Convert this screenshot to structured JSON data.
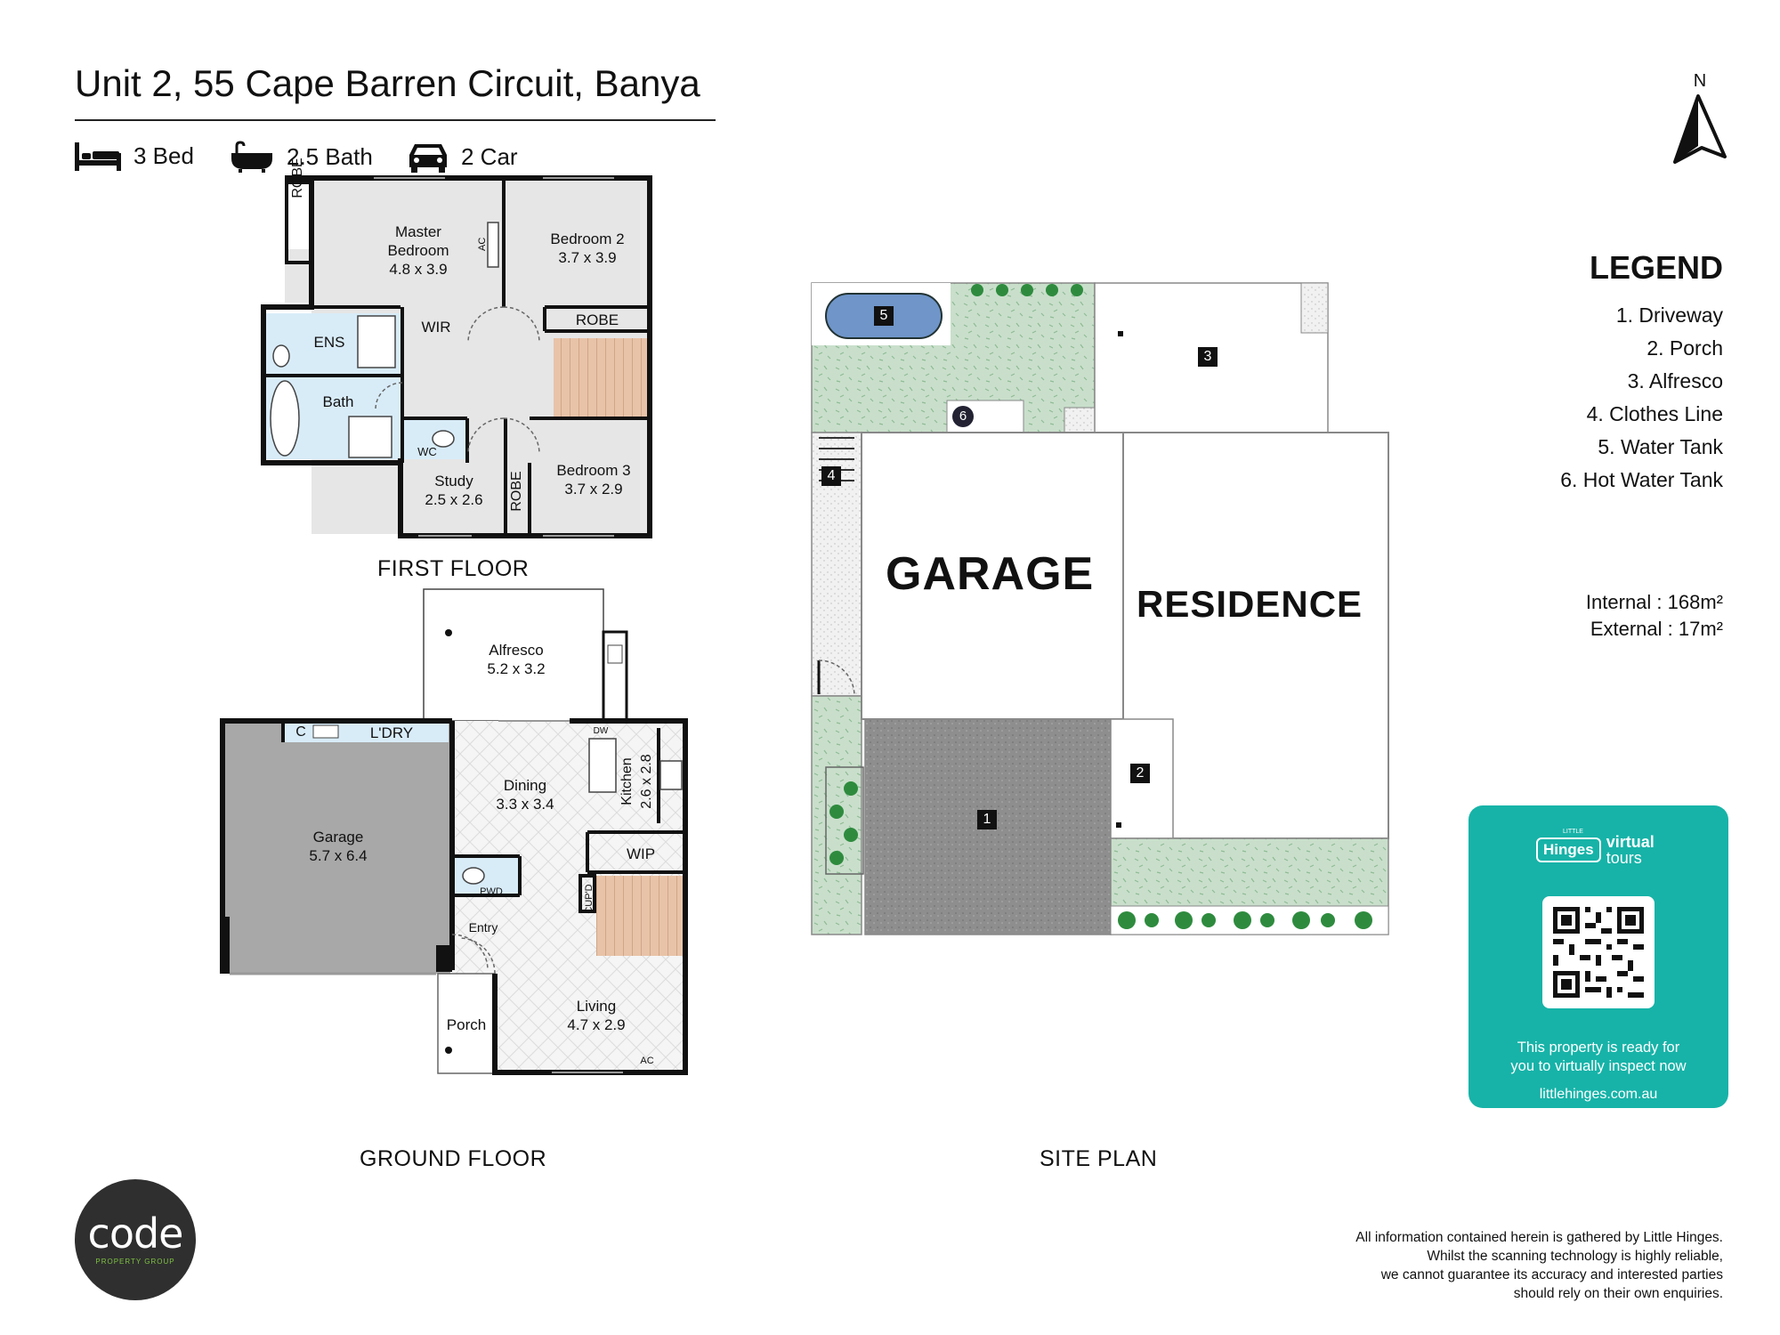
{
  "header": {
    "title": "Unit 2, 55 Cape Barren Circuit, Banya",
    "features": [
      {
        "icon": "bed-icon",
        "label": "3 Bed"
      },
      {
        "icon": "bath-icon",
        "label": "2.5 Bath"
      },
      {
        "icon": "car-icon",
        "label": "2 Car"
      }
    ]
  },
  "compass": {
    "label": "N"
  },
  "legend": {
    "title": "LEGEND",
    "items": [
      "1. Driveway",
      "2. Porch",
      "3. Alfresco",
      "4. Clothes Line",
      "5. Water Tank",
      "6. Hot Water Tank"
    ]
  },
  "areas": {
    "internal": "Internal  : 168m²",
    "external": "External :   17m²"
  },
  "first_floor": {
    "caption": "FIRST FLOOR",
    "rooms": {
      "robe1": "ROBE",
      "master": [
        "Master",
        "Bedroom",
        "4.8 x 3.9"
      ],
      "ac": "AC",
      "bed2": [
        "Bedroom 2",
        "3.7 x 3.9"
      ],
      "robe2": "ROBE",
      "ens": "ENS",
      "wir": "WIR",
      "bath": "Bath",
      "wc": "WC",
      "study": [
        "Study",
        "2.5 x 2.6"
      ],
      "robe3": "ROBE",
      "bed3": [
        "Bedroom 3",
        "3.7 x 2.9"
      ]
    }
  },
  "ground_floor": {
    "caption": "GROUND FLOOR",
    "rooms": {
      "alfresco": [
        "Alfresco",
        "5.2 x 3.2"
      ],
      "c": "C",
      "ldry": "L'DRY",
      "dw": "DW",
      "dining": [
        "Dining",
        "3.3 x 3.4"
      ],
      "kitchen": "Kitchen",
      "kitchen_dims": "2.6 x 2.8",
      "garage": [
        "Garage",
        "5.7 x 6.4"
      ],
      "wip": "WIP",
      "pwd": "PWD",
      "cupd": "CUP'D",
      "entry": "Entry",
      "porch": "Porch",
      "living": [
        "Living",
        "4.7 x 2.9"
      ],
      "ac": "AC"
    }
  },
  "site_plan": {
    "caption": "SITE PLAN",
    "garage": "GARAGE",
    "residence": "RESIDENCE",
    "markers": [
      "1",
      "2",
      "3",
      "4",
      "5",
      "6"
    ]
  },
  "virtual_tours": {
    "brand_small": "LITTLE",
    "brand": "Hinges",
    "virtual": "virtual",
    "tours": "tours",
    "line1": "This property is ready for",
    "line2": "you to virtually inspect now",
    "url": "littlehinges.com.au"
  },
  "agency": {
    "name": "code",
    "sub": "PROPERTY GROUP"
  },
  "disclaimer": [
    "All information contained herein is gathered by Little Hinges.",
    "Whilst the scanning technology is highly reliable,",
    "we cannot guarantee its accuracy and interested parties",
    "should rely on their own enquiries."
  ],
  "colors": {
    "wet": "#d8ecf8",
    "floor": "#e6e6e6",
    "garage": "#a8a8a8",
    "lawn": "#c9dfcb",
    "driveway": "#8c8c8c",
    "stairs": "#e8c3a8",
    "teal": "#17b3a8",
    "tank": "#6f95c9"
  }
}
